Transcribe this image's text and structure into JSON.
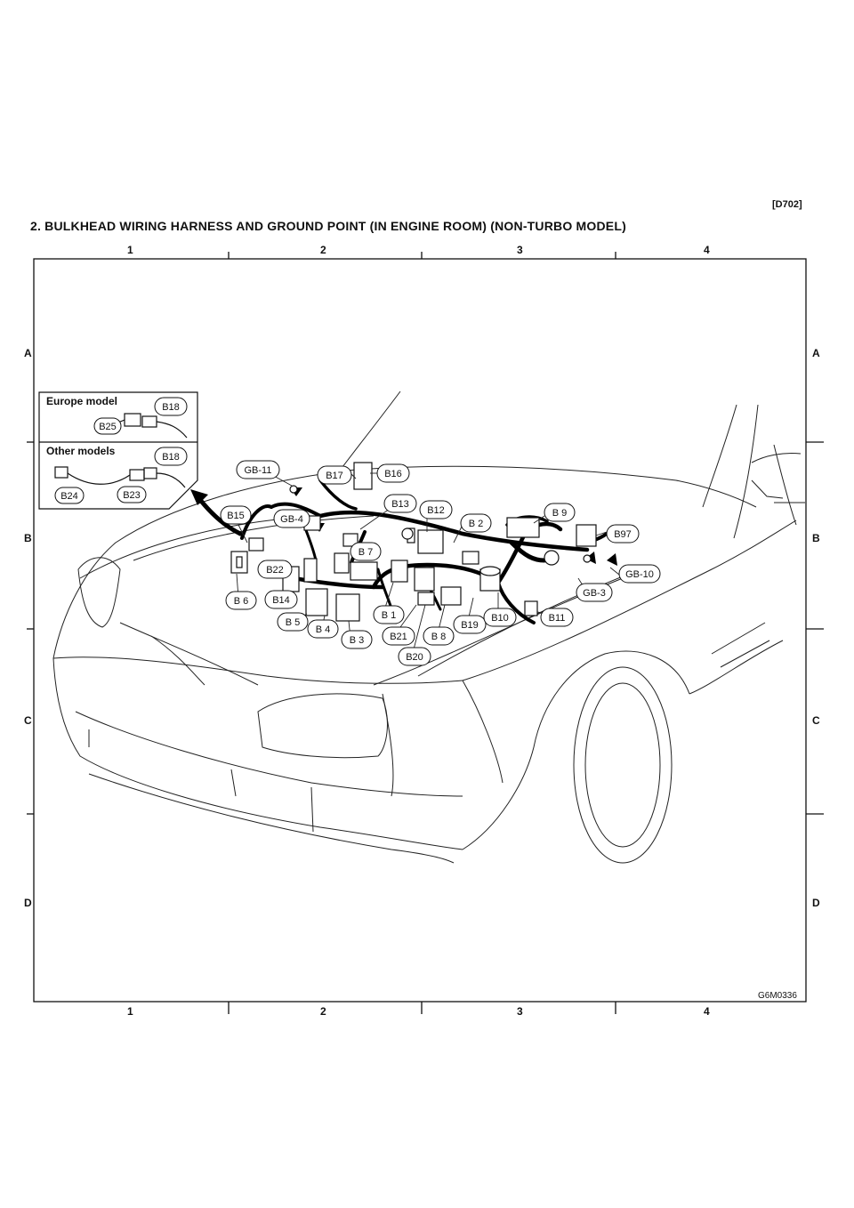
{
  "header": {
    "code": "[D702]",
    "title": "2. BULKHEAD WIRING HARNESS AND GROUND POINT (IN ENGINE ROOM) (NON-TURBO MODEL)"
  },
  "grid": {
    "columns": [
      "1",
      "2",
      "3",
      "4"
    ],
    "rows": [
      "A",
      "B",
      "C",
      "D"
    ]
  },
  "figure_code": "G6M0336",
  "inset": {
    "europe_title": "Europe model",
    "other_title": "Other models",
    "europe_labels": [
      "B18",
      "B25"
    ],
    "other_labels": [
      "B18",
      "B24",
      "B23"
    ]
  },
  "labels": {
    "gb11": "GB-11",
    "b17": "B17",
    "b16": "B16",
    "b13": "B13",
    "b12": "B12",
    "b15": "B15",
    "gb4": "GB-4",
    "b2": "B 2",
    "b9": "B 9",
    "b97": "B97",
    "b7": "B 7",
    "b22": "B22",
    "gb10": "GB-10",
    "gb3": "GB-3",
    "b6": "B 6",
    "b14": "B14",
    "b1": "B 1",
    "b5": "B 5",
    "b4": "B 4",
    "b3": "B 3",
    "b21": "B21",
    "b8": "B 8",
    "b19": "B19",
    "b10": "B10",
    "b11": "B11",
    "b20": "B20"
  }
}
